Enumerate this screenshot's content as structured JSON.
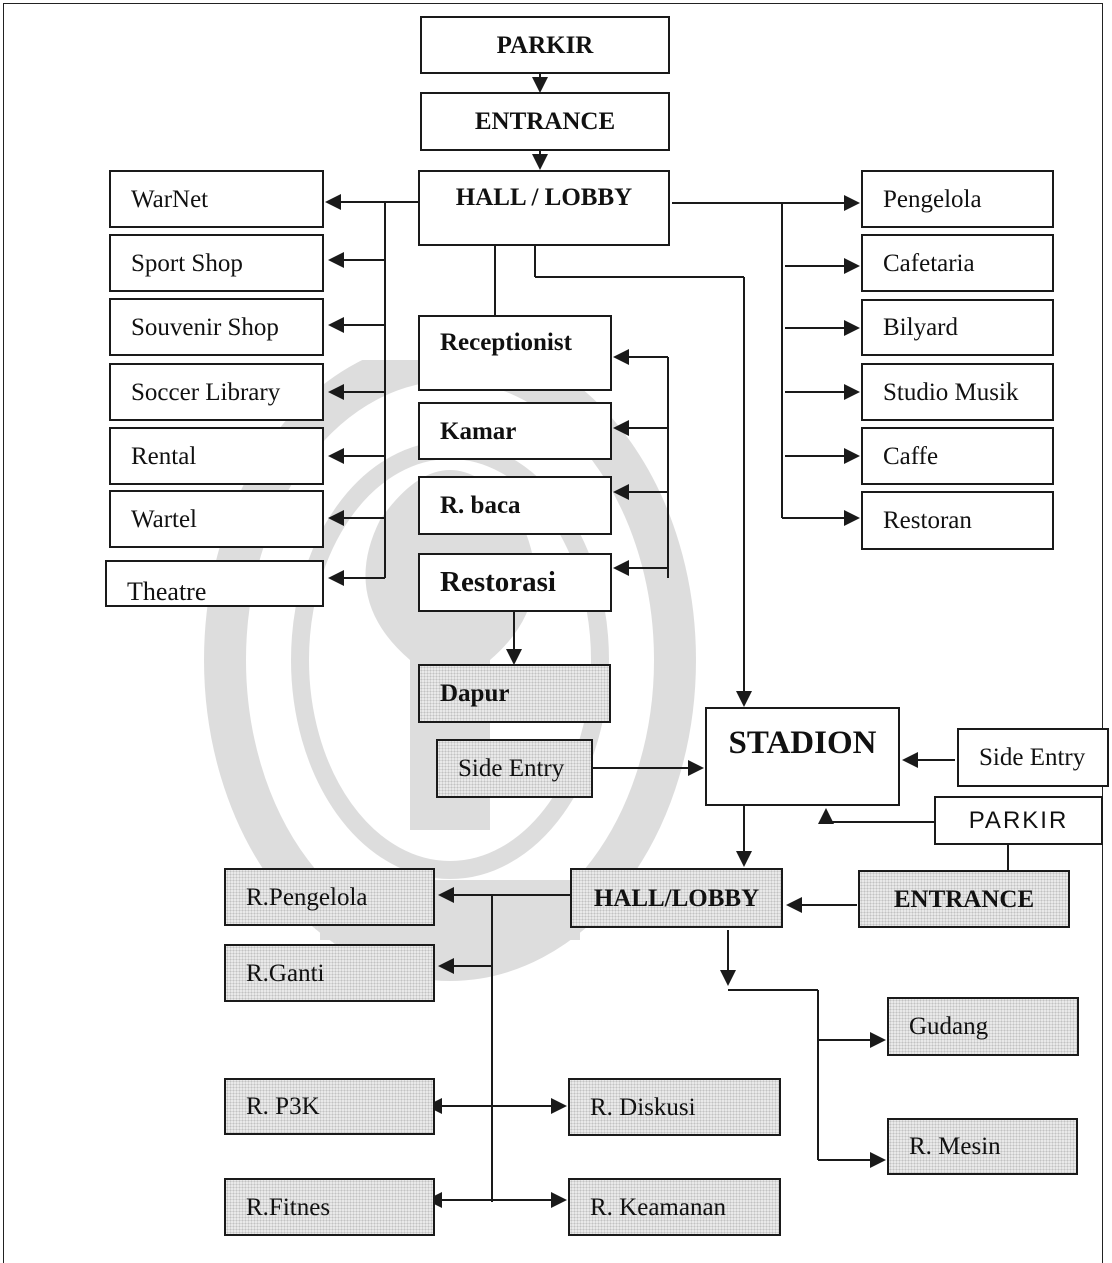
{
  "parkir_top": "PARKIR",
  "entrance_top": "ENTRANCE",
  "hall_lobby_top": "HALL / LOBBY",
  "left_facilities": [
    "WarNet",
    "Sport Shop",
    "Souvenir Shop",
    "Soccer Library",
    "Rental",
    "Wartel",
    "Theatre"
  ],
  "right_facilities": [
    "Pengelola",
    "Cafetaria",
    "Bilyard",
    "Studio Musik",
    "Caffe",
    "Restoran"
  ],
  "center_rooms": [
    "Receptionist",
    "Kamar",
    "R. baca",
    "Restorasi"
  ],
  "dapur": "Dapur",
  "side_entry_left": "Side Entry",
  "stadion": "STADION",
  "side_entry_right": "Side Entry",
  "parkir_bottom": "PARKIR",
  "entrance_bottom": "ENTRANCE",
  "hall_lobby_bottom": "HALL/LOBBY",
  "lower_left_rooms": [
    "R.Pengelola",
    "R.Ganti",
    "R. P3K",
    "R.Fitnes"
  ],
  "lower_middle_rooms": [
    "R. Diskusi",
    "R. Keamanan"
  ],
  "lower_right_rooms": [
    "Gudang",
    "R. Mesin"
  ],
  "colors": {
    "line": "#1a1a1a",
    "shade": "#e9e9e9",
    "watermark": "#000000"
  }
}
